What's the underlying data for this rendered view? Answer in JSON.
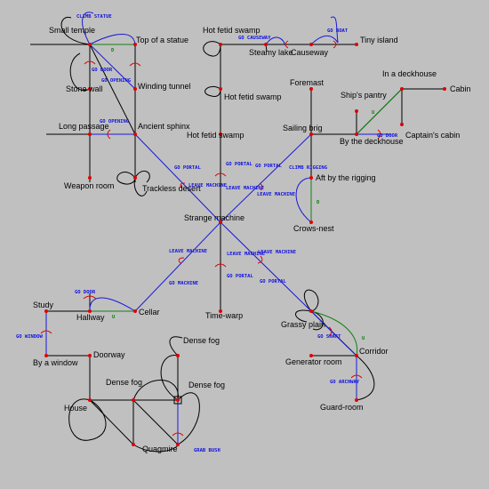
{
  "rooms": {
    "small_temple": "Small temple",
    "top_of_statue": "Top of a statue",
    "hot_fetid_swamp_top": "Hot fetid swamp",
    "steamy_lake": "Steamy lake",
    "causeway": "Causeway",
    "tiny_island": "Tiny island",
    "stone_wall": "Stone wall",
    "winding_tunnel": "Winding tunnel",
    "hot_fetid_swamp_mid": "Hot fetid swamp",
    "foremast": "Foremast",
    "in_a_deckhouse": "In a deckhouse",
    "cabin": "Cabin",
    "ships_pantry": "Ship's pantry",
    "long_passage": "Long passage",
    "ancient_sphinx": "Ancient sphinx",
    "hot_fetid_swamp_low": "Hot fetid swamp",
    "sailing_brig": "Sailing brig",
    "by_the_deckhouse": "By the deckhouse",
    "captains_cabin": "Captain's cabin",
    "weapon_room": "Weapon room",
    "trackless_desert": "Trackless desert",
    "aft_by_rigging": "Aft by the rigging",
    "strange_machine": "Strange machine",
    "crows_nest": "Crows-nest",
    "study": "Study",
    "hallway": "Hallway",
    "cellar": "Cellar",
    "time_warp": "Time-warp",
    "grassy_plain": "Grassy plain",
    "by_a_window": "By a window",
    "doorway": "Doorway",
    "dense_fog_1": "Dense fog",
    "dense_fog_2": "Dense fog",
    "dense_fog_3": "Dense fog",
    "generator_room": "Generator room",
    "corridor": "Corridor",
    "house": "House",
    "guard_room": "Guard-room",
    "quagmire": "Quagmire"
  },
  "commands": {
    "climb_statue": "CLIMB STATUE",
    "go_door_temple": "GO DOOR",
    "go_opening_temple": "GO OPENING",
    "go_opening_sphinx": "GO OPENING",
    "go_causeway": "GO CAUSEWAY",
    "go_boat": "GO BOAT",
    "go_portal_desert": "GO PORTAL",
    "leave_machine_desert": "LEAVE MACHINE",
    "go_portal_swamp": "GO PORTAL",
    "leave_machine_swamp": "LEAVE MACHINE",
    "go_portal_brig": "GO PORTAL",
    "leave_machine_brig": "LEAVE MACHINE",
    "climb_rigging": "CLIMB RIGGING",
    "go_door_deckhouse": "GO DOOR",
    "leave_machine_cellar": "LEAVE MACHINE",
    "go_machine_cellar": "GO MACHINE",
    "leave_machine_warp": "LEAVE MACHINE",
    "go_portal_warp": "GO PORTAL",
    "leave_machine_plain": "LEAVE MACHINE",
    "go_portal_plain": "GO PORTAL",
    "go_door_hallway": "GO DOOR",
    "go_window": "GO WINDOW",
    "go_shaft": "GO SHAFT",
    "go_archway": "GO ARCHWAY",
    "grab_bush": "GRAB BUSH"
  },
  "direction_marks": {
    "down": "D",
    "up": "U"
  }
}
